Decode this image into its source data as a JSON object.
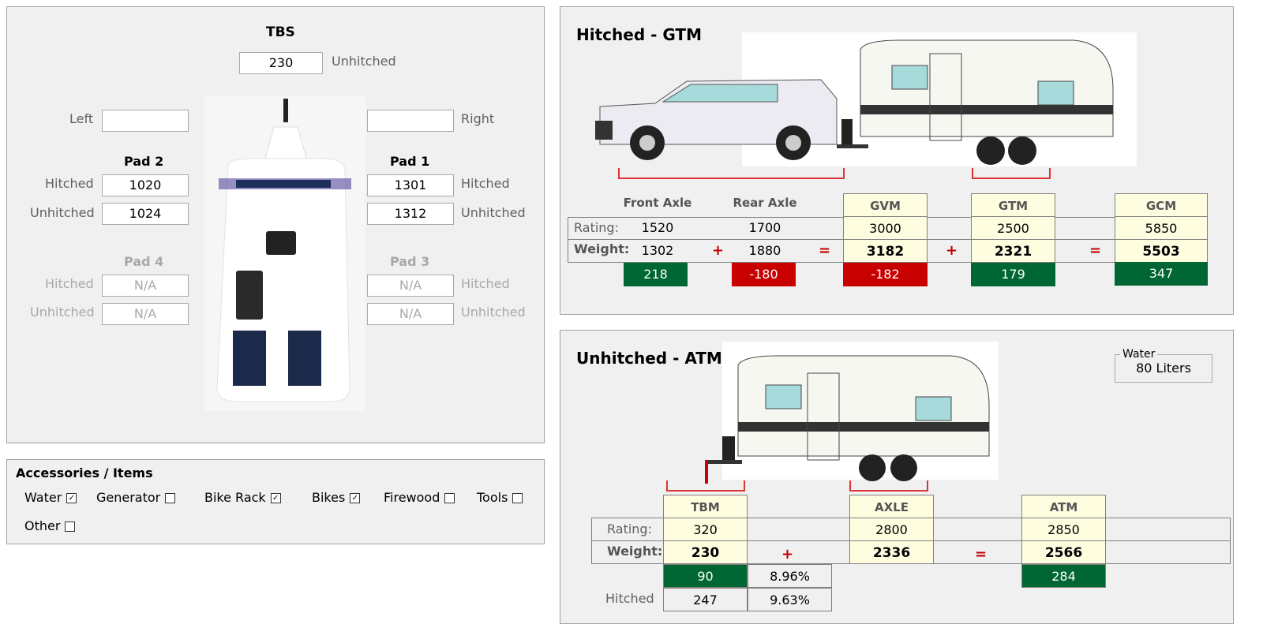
{
  "tbs": {
    "title": "TBS",
    "value": "230",
    "unhitched_label": "Unhitched"
  },
  "sides": {
    "left": "Left",
    "right": "Right",
    "left_value": "",
    "right_value": ""
  },
  "pad2": {
    "title": "Pad 2",
    "hitched_label": "Hitched",
    "unhitched_label": "Unhitched",
    "hitched": "1020",
    "unhitched": "1024"
  },
  "pad1": {
    "title": "Pad 1",
    "hitched_label": "Hitched",
    "unhitched_label": "Unhitched",
    "hitched": "1301",
    "unhitched": "1312"
  },
  "pad4": {
    "title": "Pad 4",
    "hitched_label": "Hitched",
    "unhitched_label": "Unhitched",
    "hitched": "N/A",
    "unhitched": "N/A"
  },
  "pad3": {
    "title": "Pad 3",
    "hitched_label": "Hitched",
    "unhitched_label": "Unhitched",
    "hitched": "N/A",
    "unhitched": "N/A"
  },
  "accessories": {
    "title": "Accessories / Items",
    "items": [
      {
        "label": "Water",
        "checked": true
      },
      {
        "label": "Generator",
        "checked": false
      },
      {
        "label": "Bike Rack",
        "checked": true
      },
      {
        "label": "Bikes",
        "checked": true
      },
      {
        "label": "Firewood",
        "checked": false
      },
      {
        "label": "Tools",
        "checked": false
      },
      {
        "label": "Other",
        "checked": false
      }
    ]
  },
  "hitched": {
    "title": "Hitched - GTM",
    "rating_label": "Rating:",
    "weight_label": "Weight:",
    "front_axle": {
      "header": "Front Axle",
      "rating": "1520",
      "weight": "1302",
      "diff": "218"
    },
    "rear_axle": {
      "header": "Rear Axle",
      "rating": "1700",
      "weight": "1880",
      "diff": "-180"
    },
    "gvm": {
      "header": "GVM",
      "rating": "3000",
      "weight": "3182",
      "diff": "-182"
    },
    "gtm": {
      "header": "GTM",
      "rating": "2500",
      "weight": "2321",
      "diff": "179"
    },
    "gcm": {
      "header": "GCM",
      "rating": "5850",
      "weight": "5503",
      "diff": "347"
    },
    "plus": "+",
    "equals": "="
  },
  "unhitched": {
    "title": "Unhitched - ATM",
    "rating_label": "Rating:",
    "weight_label": "Weight:",
    "hitched_label": "Hitched",
    "water": {
      "legend": "Water",
      "value": "80 Liters"
    },
    "tbm": {
      "header": "TBM",
      "rating": "320",
      "weight": "230",
      "diff": "90",
      "pct": "8.96%",
      "hitched": "247",
      "hitched_pct": "9.63%"
    },
    "axle": {
      "header": "AXLE",
      "rating": "2800",
      "weight": "2336"
    },
    "atm": {
      "header": "ATM",
      "rating": "2850",
      "weight": "2566",
      "diff": "284"
    },
    "plus": "+",
    "equals": "="
  },
  "colors": {
    "ok": "#006633",
    "over": "#c80000",
    "cell": "#fffde0"
  }
}
